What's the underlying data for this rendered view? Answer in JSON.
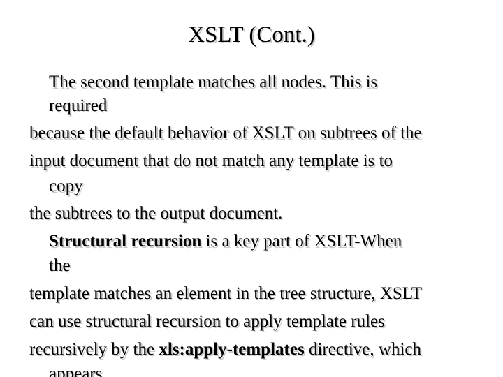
{
  "slide": {
    "title": "XSLT (Cont.)",
    "lines": [
      {
        "text": "The second template matches all nodes. This is"
      },
      {
        "text": "required"
      },
      {
        "text": "because the default behavior of XSLT on subtrees of the"
      },
      {
        "text": "input document that do not match any template is to"
      },
      {
        "text": "copy"
      },
      {
        "text": "the subtrees to the output document."
      },
      {
        "bold": "Structural recursion",
        "rest": " is a key part of XSLT-When"
      },
      {
        "text": "the"
      },
      {
        "text": "template matches an element in the tree structure, XSLT"
      },
      {
        "text": "can use structural recursion to apply template rules"
      },
      {
        "pre": "recursively by the ",
        "bold": "xls:apply-templates",
        "rest": " directive, which"
      },
      {
        "text": "appears"
      }
    ]
  }
}
